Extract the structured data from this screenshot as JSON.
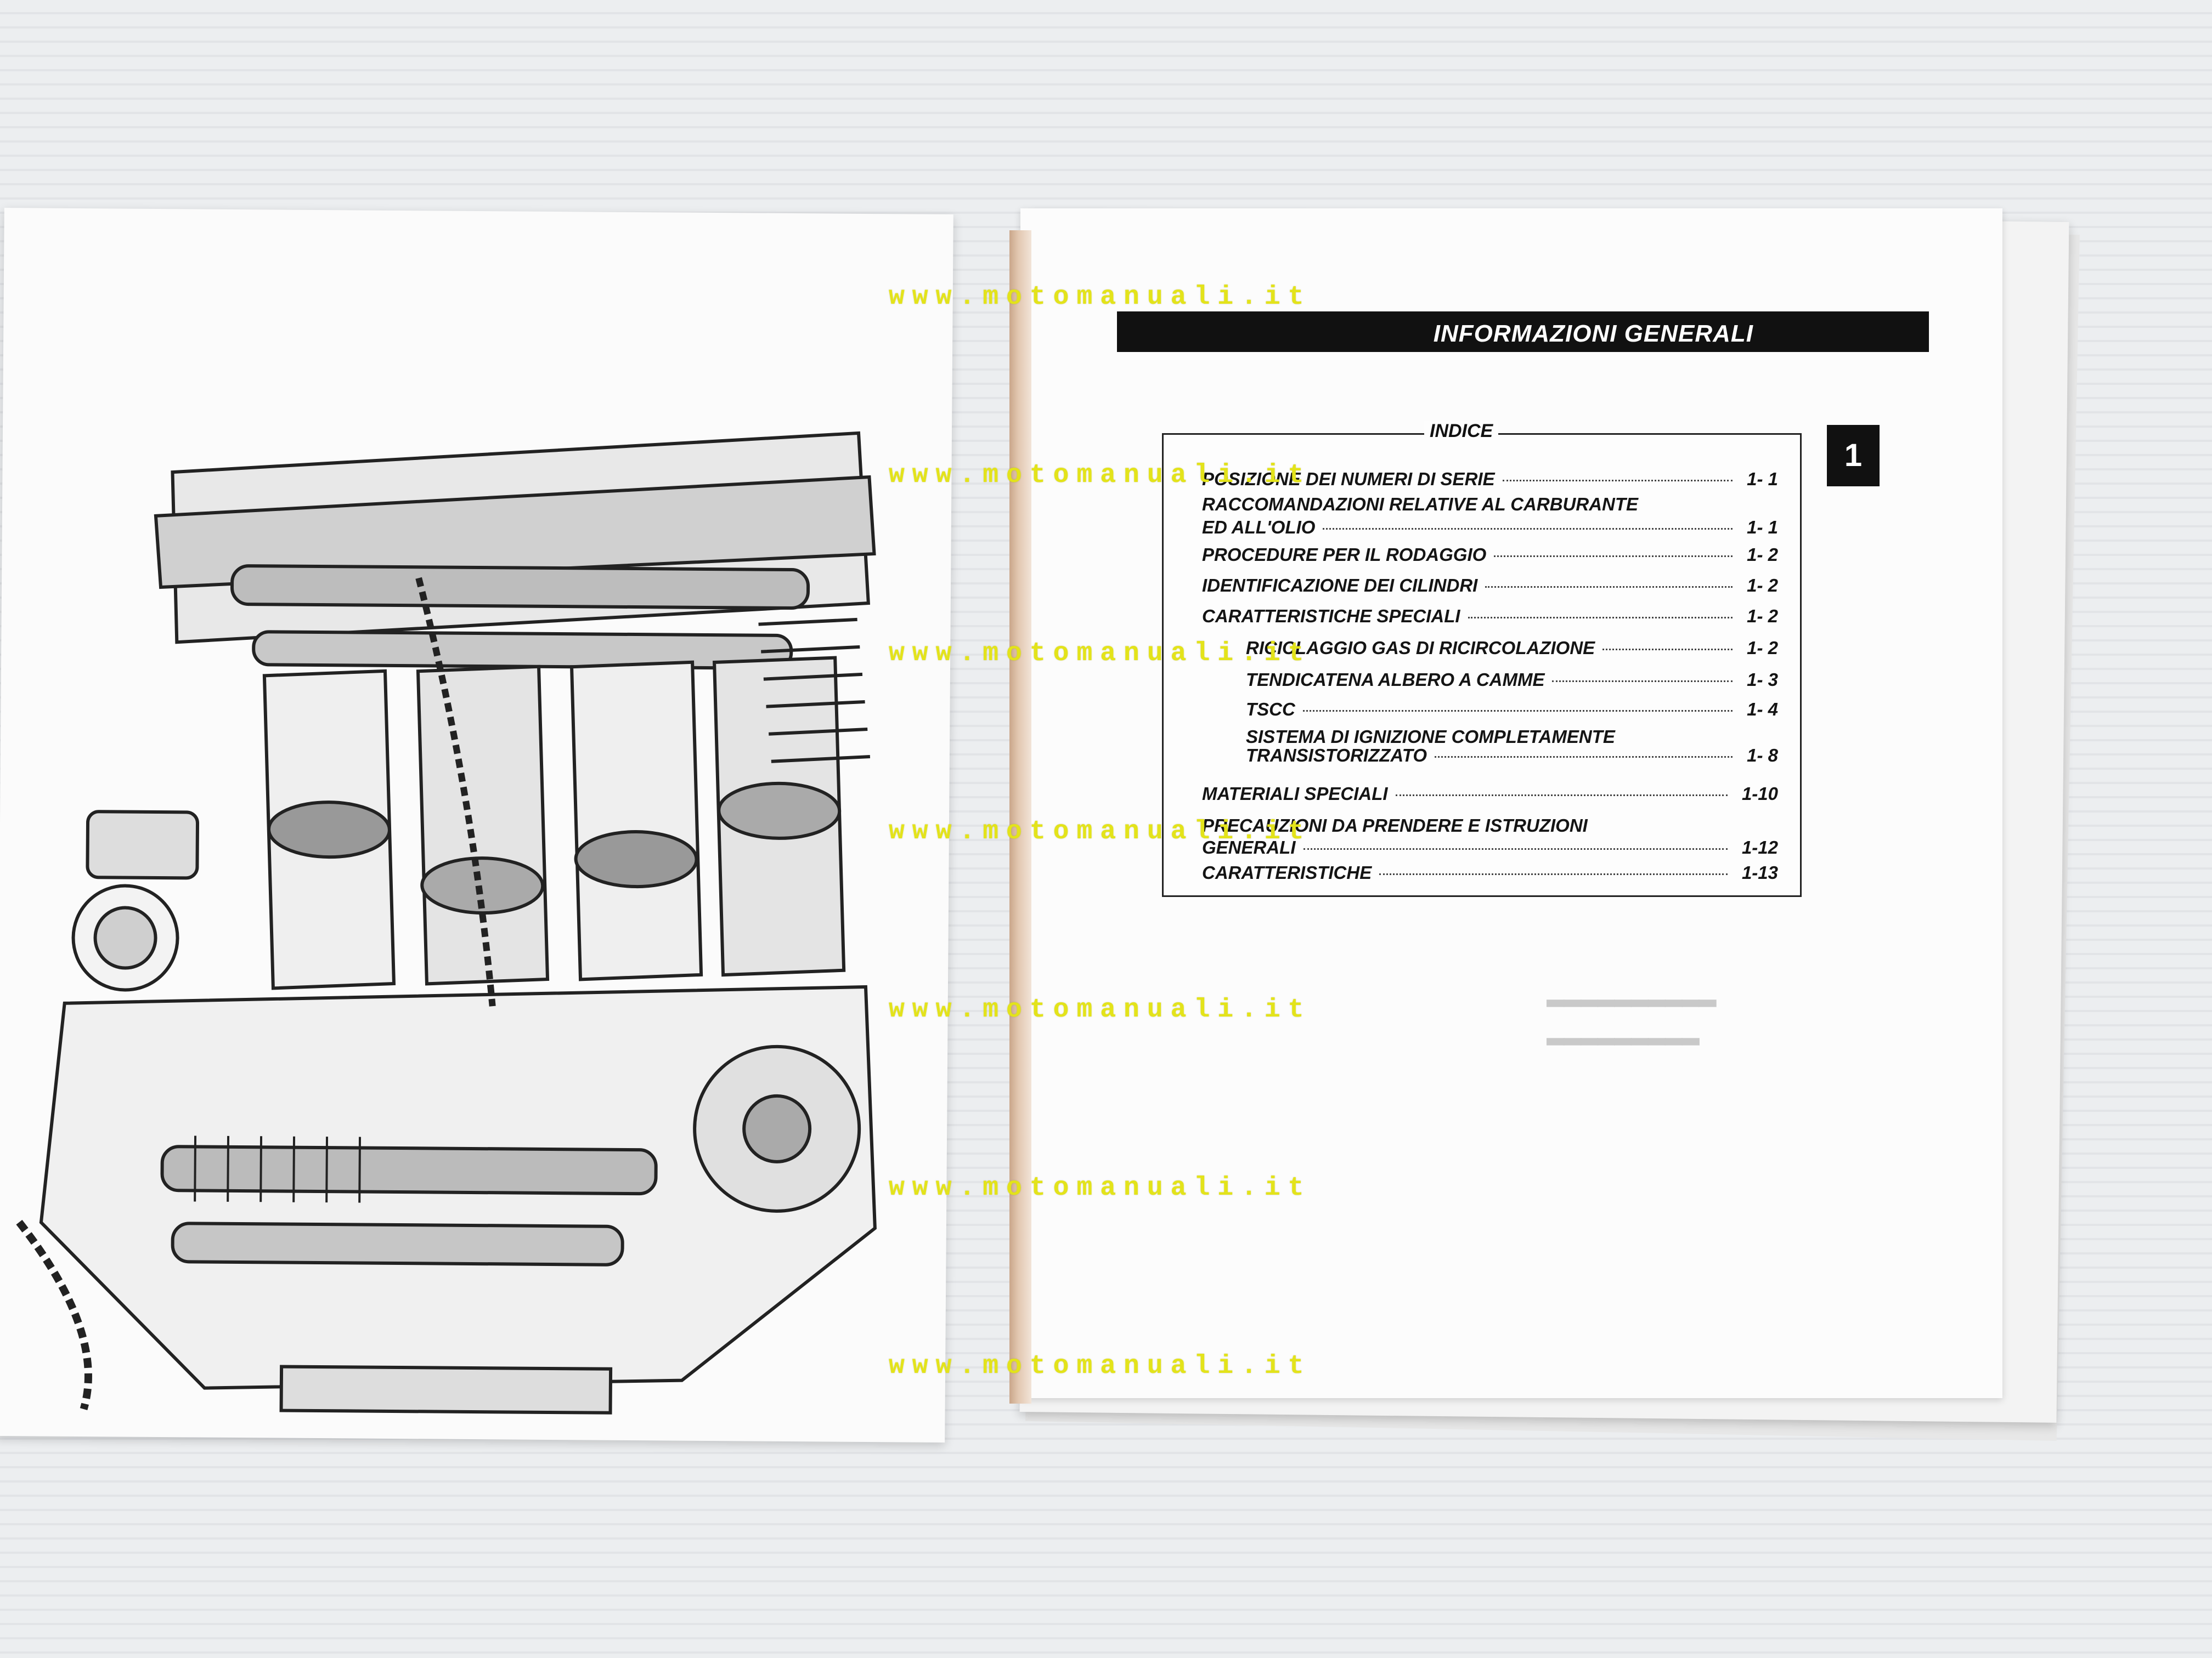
{
  "watermark": "www.motomanuali.it",
  "header": {
    "title": "INFORMAZIONI GENERALI",
    "section_number": "1"
  },
  "toc": {
    "title": "INDICE",
    "rows": [
      {
        "label": "POSIZIONE DEI NUMERI DI SERIE",
        "page": "1- 1",
        "level": 0
      },
      {
        "label": "RACCOMANDAZIONI RELATIVE AL CARBURANTE",
        "page": "",
        "level": 0
      },
      {
        "label": "ED ALL'OLIO",
        "page": "1- 1",
        "level": 0
      },
      {
        "label": "PROCEDURE PER IL RODAGGIO",
        "page": "1- 2",
        "level": 0
      },
      {
        "label": "IDENTIFICAZIONE DEI CILINDRI",
        "page": "1- 2",
        "level": 0
      },
      {
        "label": "CARATTERISTICHE SPECIALI",
        "page": "1- 2",
        "level": 0
      },
      {
        "label": "RICICLAGGIO GAS DI RICIRCOLAZIONE",
        "page": "1- 2",
        "level": 1
      },
      {
        "label": "TENDICATENA ALBERO A CAMME",
        "page": "1- 3",
        "level": 1
      },
      {
        "label": "TSCC",
        "page": "1- 4",
        "level": 1
      },
      {
        "label": "SISTEMA DI IGNIZIONE COMPLETAMENTE",
        "page": "",
        "level": 1
      },
      {
        "label": "TRANSISTORIZZATO",
        "page": "1- 8",
        "level": 1
      },
      {
        "label": "MATERIALI SPECIALI",
        "page": "1-10",
        "level": 0
      },
      {
        "label": "PRECAUZIONI DA PRENDERE E ISTRUZIONI",
        "page": "",
        "level": 0
      },
      {
        "label": "GENERALI",
        "page": "1-12",
        "level": 0
      },
      {
        "label": "CARATTERISTICHE",
        "page": "1-13",
        "level": 0
      }
    ]
  }
}
